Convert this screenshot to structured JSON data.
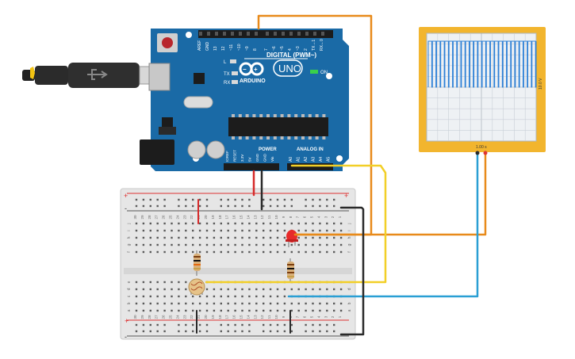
{
  "arduino": {
    "brand": "ARDUINO",
    "model": "UNO",
    "digital_header_label": "DIGITAL (PWM~)",
    "power_label": "POWER",
    "analog_label": "ANALOG IN",
    "on_label": "ON",
    "led_l": "L",
    "led_tx": "TX",
    "led_rx": "RX",
    "top_pins": [
      "AREF",
      "GND",
      "13",
      "12",
      "~11",
      "~10",
      "~9",
      "8",
      "7",
      "~6",
      "~5",
      "4",
      "~3",
      "2",
      "TX→1",
      "RX←0"
    ],
    "power_pins": [
      "IOREF",
      "RESET",
      "3.3V",
      "5V",
      "GND",
      "GND",
      "Vin"
    ],
    "analog_pins": [
      "A0",
      "A1",
      "A2",
      "A3",
      "A4",
      "A5"
    ]
  },
  "oscilloscope": {
    "voltage_label": "10.0 V",
    "time_label": "1.00 s"
  },
  "breadboard": {
    "rail_plus": "+",
    "rail_minus": "-",
    "row_letters_top": [
      "j",
      "i",
      "h",
      "g",
      "f"
    ],
    "row_letters_bottom": [
      "e",
      "d",
      "c",
      "b",
      "a"
    ],
    "column_numbers": [
      "30",
      "29",
      "28",
      "27",
      "26",
      "25",
      "24",
      "23",
      "22",
      "21",
      "20",
      "19",
      "18",
      "17",
      "16",
      "15",
      "14",
      "13",
      "12",
      "11",
      "10",
      "9",
      "8",
      "7",
      "6",
      "5",
      "4",
      "3",
      "2",
      "1"
    ]
  },
  "colors": {
    "board": "#1a6aa6",
    "wire_orange": "#e88a1a",
    "wire_yellow": "#f2cf27",
    "wire_blue": "#2a9fd4",
    "wire_red": "#d62a2a",
    "wire_black": "#2a2a2a",
    "scope_frame": "#f2b52e",
    "scope_trace": "#2b7fd6",
    "led_red": "#e62a2a"
  }
}
